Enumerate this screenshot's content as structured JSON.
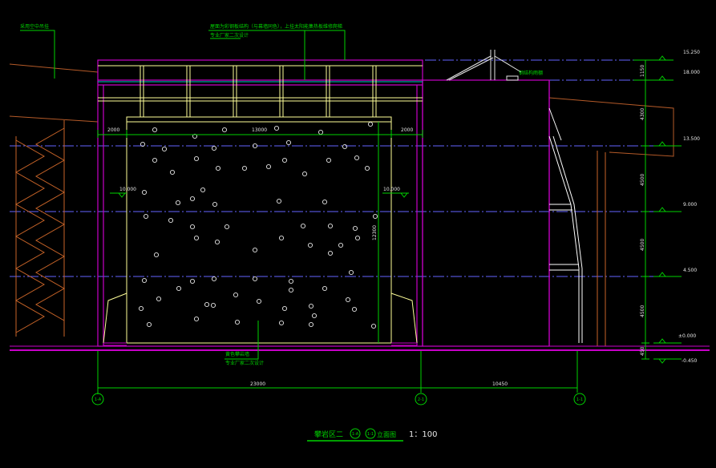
{
  "colors": {
    "background": "#000000",
    "frame": "#c800c8",
    "structure": "#ffff99",
    "dimension": "#00d200",
    "axis": "#6464ff",
    "hold": "#e6e6e6",
    "roof": "#b45a28",
    "truss": "#c86428",
    "white": "#ffffff"
  },
  "annotations": {
    "top_left": "采用空中吊挂",
    "top_center_1": "屋面为彩钢板结构（与幕墙同色），上挂太阳能集热板维修爬梯",
    "top_center_2": "专业厂家二次设计",
    "bottom_center_1": "黄色攀岩墙",
    "bottom_center_2": "专业厂家二次设计",
    "right_small": "钢结构雨棚"
  },
  "dimensions": {
    "left_margin": "2000",
    "wall_width": "13000",
    "right_margin": "2000",
    "wall_height": "12300",
    "total_left": "23000",
    "total_right": "10450",
    "right_1": "1150",
    "right_2": "4300",
    "right_3": "4500",
    "right_4": "4500",
    "right_5": "4500",
    "right_6": "450"
  },
  "elevations": {
    "e1": "15.250",
    "e2": "18.000",
    "e3": "13.500",
    "e4": "9.000",
    "e5": "4.500",
    "e6": "±0.000",
    "e7": "-0.450",
    "left_mark": "10.000",
    "right_mark": "10.000"
  },
  "axes": {
    "a_left": "1-A",
    "a_mid": "2-1",
    "a_right": "1-1"
  },
  "title": {
    "prefix": "攀岩区二",
    "axis_a": "1-A",
    "axis_b": "1-1",
    "suffix": "立面图",
    "scale": "1：100"
  }
}
